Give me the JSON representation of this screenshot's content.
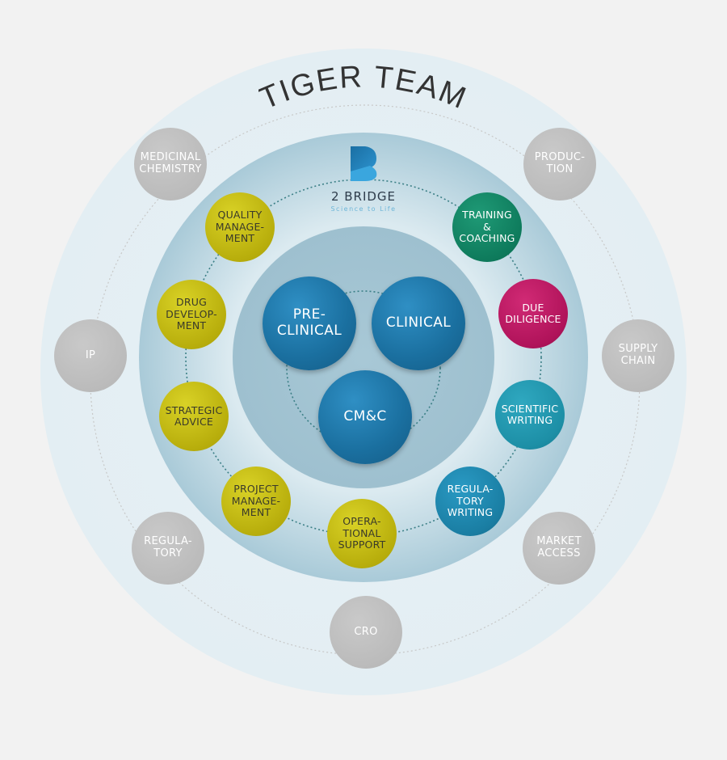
{
  "title": "TIGER TEAM",
  "logo": {
    "brand": "2 BRIDGE",
    "tagline": "Science to Life"
  },
  "core": [
    "PRE-\nCLINICAL",
    "CLINICAL",
    "CM&C"
  ],
  "ring_items": [
    {
      "label": "QUALITY\nMANAGE-\nMENT",
      "color": "#b8ae0c"
    },
    {
      "label": "DRUG\nDEVELOP-\nMENT",
      "color": "#b8ae0c"
    },
    {
      "label": "STRATEGIC\nADVICE",
      "color": "#b8ae0c"
    },
    {
      "label": "PROJECT\nMANAGE-\nMENT",
      "color": "#b8ae0c"
    },
    {
      "label": "OPERA-\nTIONAL\nSUPPORT",
      "color": "#b8ae0c"
    },
    {
      "label": "REGULA-\nTORY\nWRITING",
      "color": "#1a7ea3"
    },
    {
      "label": "SCIENTIFIC\nWRITING",
      "color": "#1d8fa6"
    },
    {
      "label": "DUE\nDILIGENCE",
      "color": "#b0135a"
    },
    {
      "label": "TRAINING &\nCOACHING",
      "color": "#0e7b5c"
    }
  ],
  "outer_items": [
    "MEDICINAL\nCHEMISTRY",
    "PRODUC-\nTION",
    "IP",
    "SUPPLY\nCHAIN",
    "REGULA-\nTORY",
    "MARKET\nACCESS",
    "CRO"
  ]
}
